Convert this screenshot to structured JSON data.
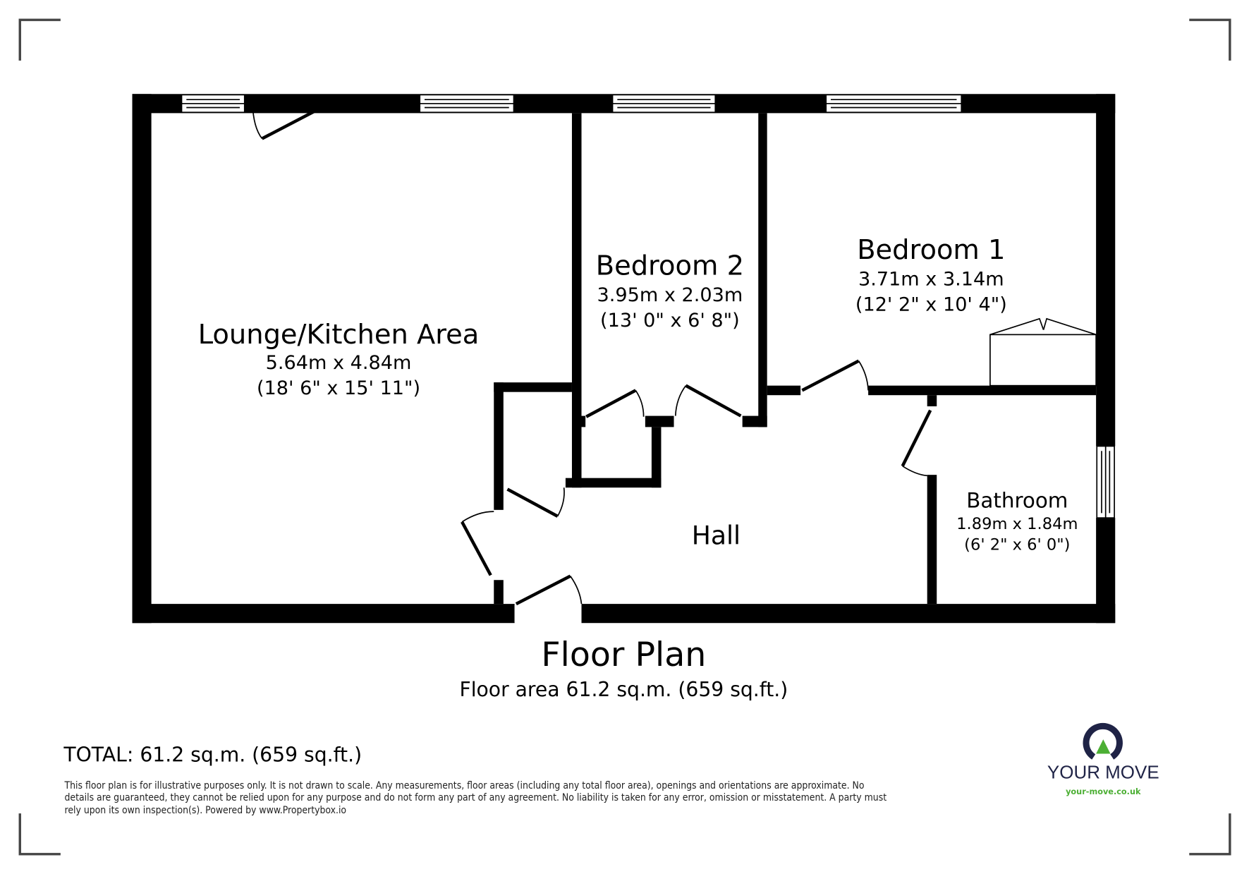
{
  "rooms": [
    {
      "name": "Lounge/Kitchen Area",
      "metric": "5.64m x 4.84m",
      "imperial": "(18' 6\" x 15' 11\")"
    },
    {
      "name": "Bedroom 2",
      "metric": "3.95m x 2.03m",
      "imperial": "(13' 0\" x 6' 8\")"
    },
    {
      "name": "Bedroom 1",
      "metric": "3.71m x 3.14m",
      "imperial": "(12' 2\" x 10' 4\")"
    },
    {
      "name": "Bathroom",
      "metric": "1.89m x 1.84m",
      "imperial": "(6' 2\" x 6' 0\")"
    },
    {
      "name": "Hall"
    }
  ],
  "plan": {
    "title": "Floor Plan",
    "area": "Floor area 61.2 sq.m. (659 sq.ft.)"
  },
  "total": "TOTAL: 61.2 sq.m. (659 sq.ft.)",
  "disclaimer": [
    "This floor plan is for illustrative purposes only. It is not drawn to scale. Any measurements, floor areas (including any total floor area), openings and orientations are approximate. No",
    "details are guaranteed, they cannot be relied upon for any purpose and do not form any part of any agreement. No liability is taken for any error, omission or misstatement. A party must",
    "rely upon its own inspection(s). Powered by www.Propertybox.io"
  ],
  "logo": {
    "name": "YOUR MOVE",
    "url": "your-move.co.uk",
    "navy": "#1f2346",
    "green": "#4caf34"
  }
}
